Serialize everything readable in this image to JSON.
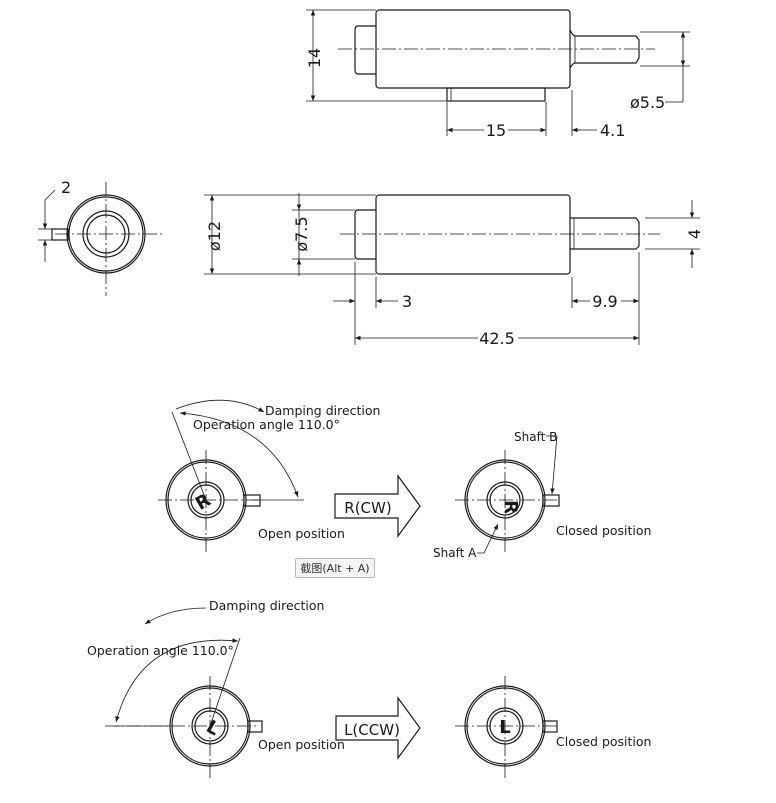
{
  "dimensions": {
    "height_14": "14",
    "dia_5_5": "ø5.5",
    "len_15": "15",
    "len_4_1": "4.1",
    "pin_2": "2",
    "dia_12": "ø12",
    "dia_7_5": "ø7.5",
    "shaft_4": "4",
    "len_3": "3",
    "len_9_9": "9.9",
    "len_42_5": "42.5"
  },
  "right_view": {
    "damping_label": "Damping direction",
    "angle_label": "Operation angle 110.0°",
    "open_label": "Open position",
    "arrow_label": "R(CW)",
    "closed_label": "Closed position",
    "shaft_a": "Shaft A",
    "shaft_b": "Shaft B",
    "letter": "R"
  },
  "left_view": {
    "damping_label": "Damping direction",
    "angle_label": "Operation angle 110.0°",
    "open_label": "Open position",
    "arrow_label": "L(CCW)",
    "closed_label": "Closed position",
    "letter": "L"
  },
  "tooltip": "截图(Alt + A)"
}
